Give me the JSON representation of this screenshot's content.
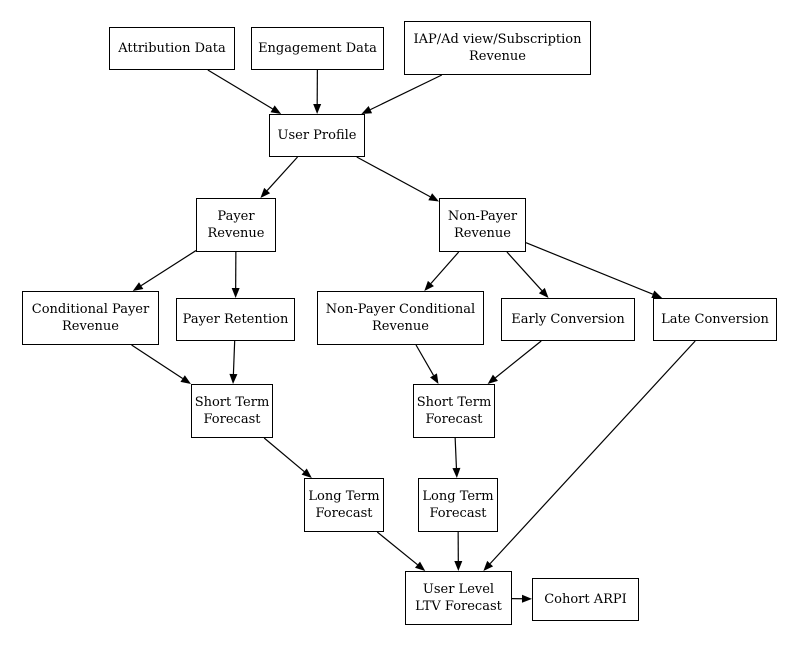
{
  "nodes": {
    "attribution": {
      "lines": [
        "Attribution Data"
      ]
    },
    "engagement": {
      "lines": [
        "Engagement Data"
      ]
    },
    "iap": {
      "lines": [
        "IAP/Ad view/Subscription",
        "Revenue"
      ]
    },
    "user_profile": {
      "lines": [
        "User Profile"
      ]
    },
    "payer_revenue": {
      "lines": [
        "Payer",
        "Revenue"
      ]
    },
    "nonpayer_revenue": {
      "lines": [
        "Non-Payer",
        "Revenue"
      ]
    },
    "cond_payer": {
      "lines": [
        "Conditional Payer",
        "Revenue"
      ]
    },
    "payer_retention": {
      "lines": [
        "Payer Retention"
      ]
    },
    "nonpayer_cond": {
      "lines": [
        "Non-Payer Conditional",
        "Revenue"
      ]
    },
    "early_conv": {
      "lines": [
        "Early Conversion"
      ]
    },
    "late_conv": {
      "lines": [
        "Late Conversion"
      ]
    },
    "st_forecast_1": {
      "lines": [
        "Short Term",
        "Forecast"
      ]
    },
    "st_forecast_2": {
      "lines": [
        "Short Term",
        "Forecast"
      ]
    },
    "lt_forecast_1": {
      "lines": [
        "Long Term",
        "Forecast"
      ]
    },
    "lt_forecast_2": {
      "lines": [
        "Long Term",
        "Forecast"
      ]
    },
    "ltv": {
      "lines": [
        "User Level",
        "LTV Forecast"
      ]
    },
    "cohort": {
      "lines": [
        "Cohort ARPI"
      ]
    }
  },
  "edges": [
    [
      "attribution",
      "user_profile"
    ],
    [
      "engagement",
      "user_profile"
    ],
    [
      "iap",
      "user_profile"
    ],
    [
      "user_profile",
      "payer_revenue"
    ],
    [
      "user_profile",
      "nonpayer_revenue"
    ],
    [
      "payer_revenue",
      "cond_payer"
    ],
    [
      "payer_revenue",
      "payer_retention"
    ],
    [
      "nonpayer_revenue",
      "nonpayer_cond"
    ],
    [
      "nonpayer_revenue",
      "early_conv"
    ],
    [
      "nonpayer_revenue",
      "late_conv"
    ],
    [
      "cond_payer",
      "st_forecast_1"
    ],
    [
      "payer_retention",
      "st_forecast_1"
    ],
    [
      "nonpayer_cond",
      "st_forecast_2"
    ],
    [
      "early_conv",
      "st_forecast_2"
    ],
    [
      "st_forecast_1",
      "lt_forecast_1"
    ],
    [
      "st_forecast_2",
      "lt_forecast_2"
    ],
    [
      "lt_forecast_1",
      "ltv"
    ],
    [
      "lt_forecast_2",
      "ltv"
    ],
    [
      "late_conv",
      "ltv"
    ],
    [
      "ltv",
      "cohort"
    ]
  ]
}
